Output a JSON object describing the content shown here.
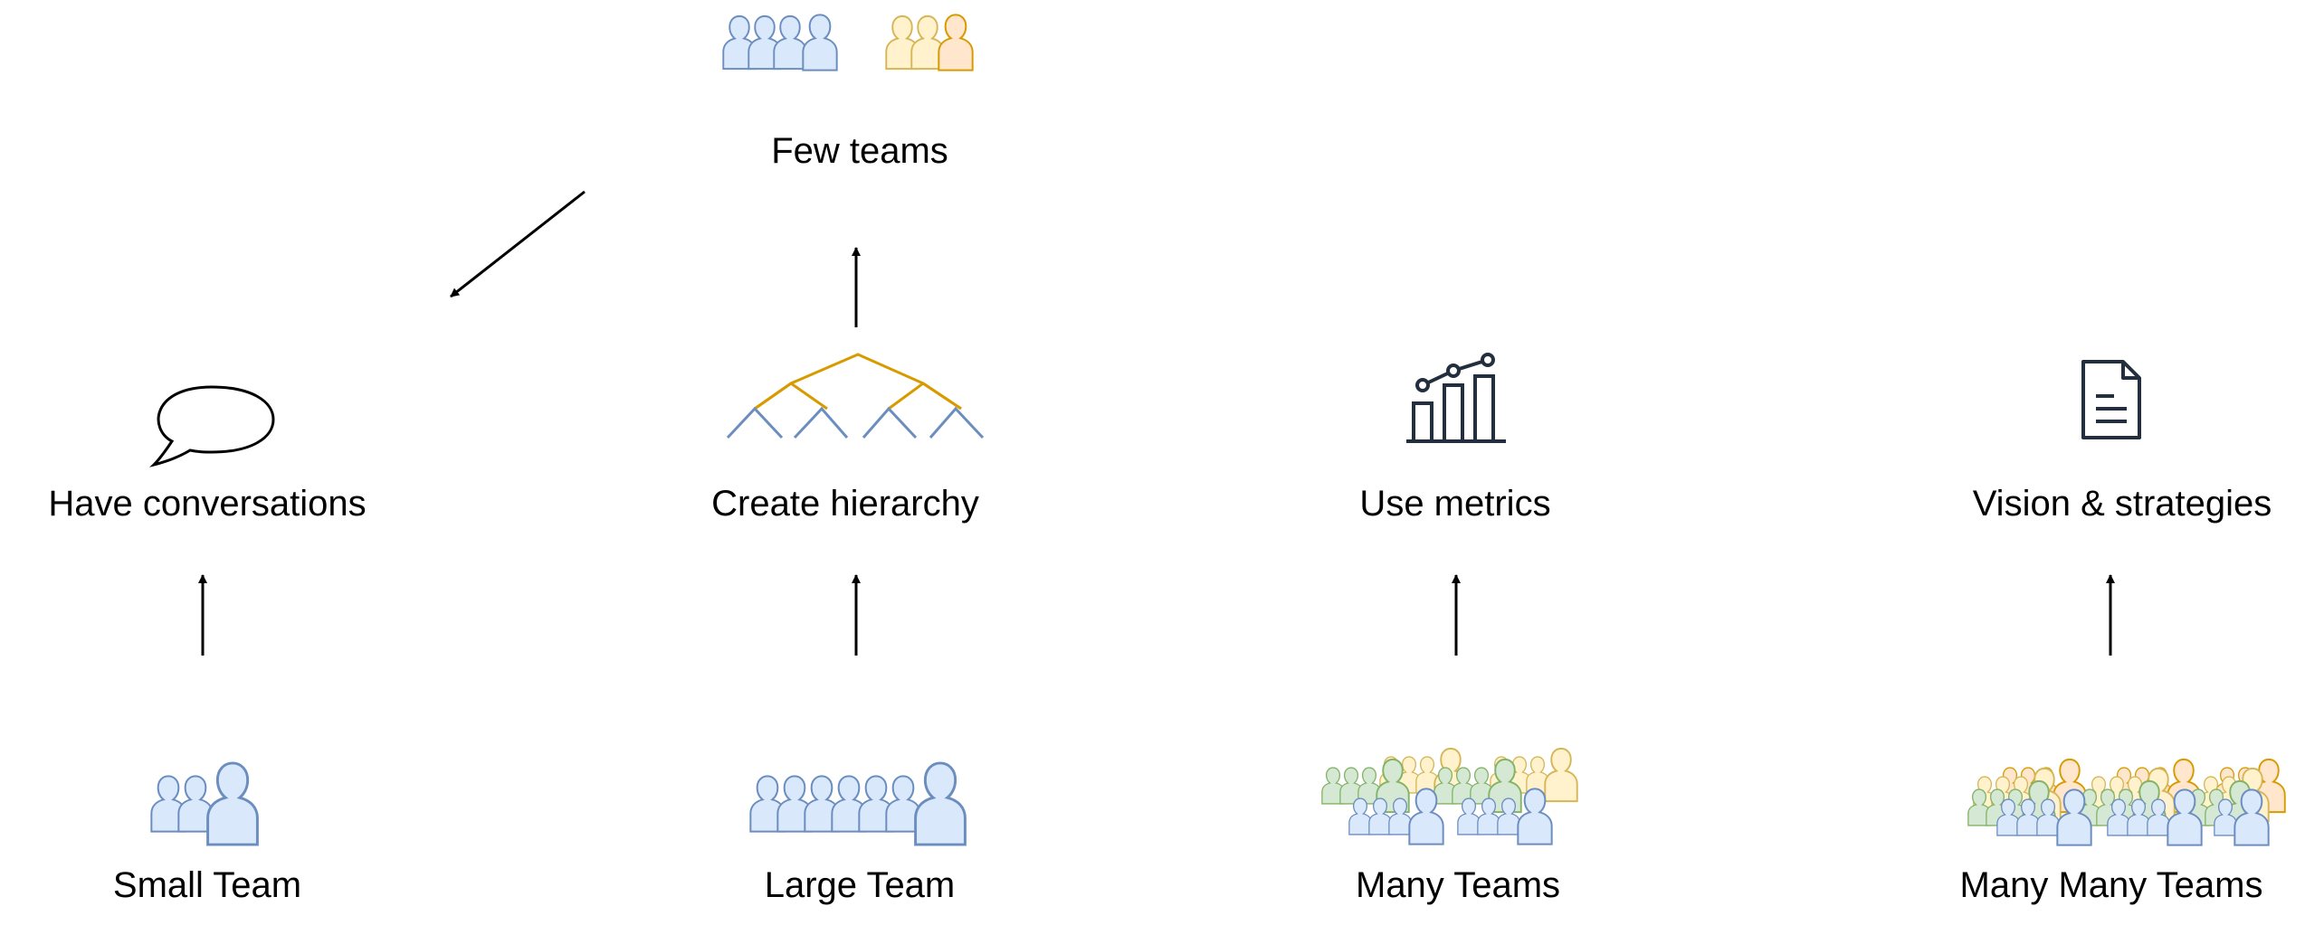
{
  "labels": {
    "few_teams": "Few teams",
    "have_conversations": "Have conversations",
    "create_hierarchy": "Create hierarchy",
    "use_metrics": "Use metrics",
    "vision_strategies": "Vision & strategies",
    "small_team": "Small Team",
    "large_team": "Large Team",
    "many_teams": "Many Teams",
    "many_many_teams": "Many Many Teams"
  },
  "icons": {
    "conversation": "speech-bubble-icon",
    "hierarchy": "hierarchy-tree-icon",
    "metrics": "bar-chart-icon",
    "vision": "document-icon",
    "team": "people-group-icon"
  },
  "colors": {
    "blue_fill": "#dae8fc",
    "blue_stroke": "#6c8ebf",
    "yellow_fill": "#fff2cc",
    "yellow_stroke": "#d6b656",
    "orange_fill": "#ffe6cc",
    "orange_stroke": "#d79b00",
    "green_fill": "#d5e8d4",
    "green_stroke": "#82b366",
    "hierarchy_gold": "#d79b00",
    "dark_icon": "#232f3e",
    "arrow": "#000000"
  }
}
